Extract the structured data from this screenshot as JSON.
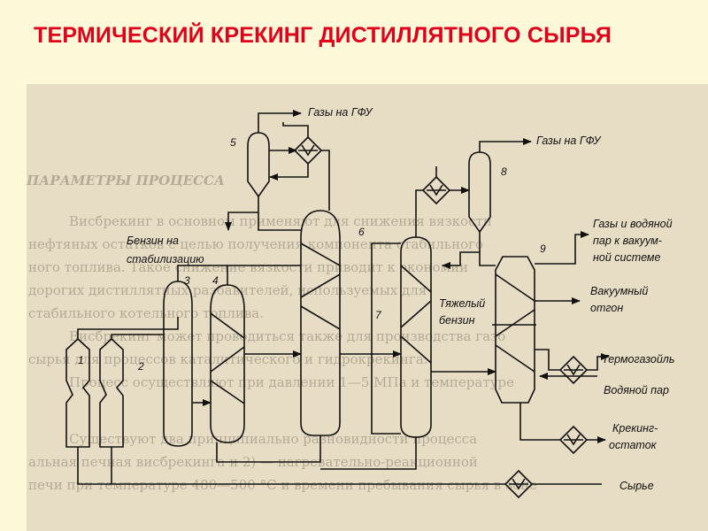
{
  "slide": {
    "title": "ТЕРМИЧЕСКИЙ КРЕКИНГ ДИСТИЛЛЯТНОГО СЫРЬЯ"
  },
  "diagram": {
    "unit_numbers": [
      "1",
      "2",
      "3",
      "4",
      "5",
      "6",
      "7",
      "8",
      "9"
    ],
    "labels": {
      "gases_top_left": "Газы на ГФУ",
      "gases_top_right": "Газы на ГФУ",
      "gasoline_line1": "Бензин  на",
      "gasoline_line2": "стабилизацию",
      "heavy_gasoline_line1": "Тяжелый",
      "heavy_gasoline_line2": "бензин",
      "vac_gases_line1": "Газы и водяной",
      "vac_gases_line2": "пар к вакуум-",
      "vac_gases_line3": "ной системе",
      "vac_distillate_line1": "Вакуумный",
      "vac_distillate_line2": "отгон",
      "thermogasoil": "Термогазойль",
      "steam": "Водяной пар",
      "residue_line1": "Крекинг-",
      "residue_line2": "остаток",
      "feed": "Сырье"
    }
  },
  "background_text": {
    "lines": [
      "ПАРАМЕТРЫ ПРОЦЕССА",
      "Висбрекинг в основном применяют для снижения вязкости",
      "нефтяных остатков с целью получения компонента стабильного",
      "ного топлива. Такое снижение вязкости приводит к экономии",
      "дорогих дистиллятных разбавителей, используемых для",
      "стабильного котельного топлива.",
      "Висбрекинг может проводиться также для производства газо",
      "сырья для процессов каталитического и гидрокрекинга.",
      "Процесс осуществляют при давлении 1—5 МПа и температуре",
      "Существуют два принципиально разновидности процесса",
      "альная печная висбрекинга и 2) — нагревательно-реакционной",
      "печи при температуре 480—500 °С и времени пребывания сырья в зоне"
    ]
  }
}
